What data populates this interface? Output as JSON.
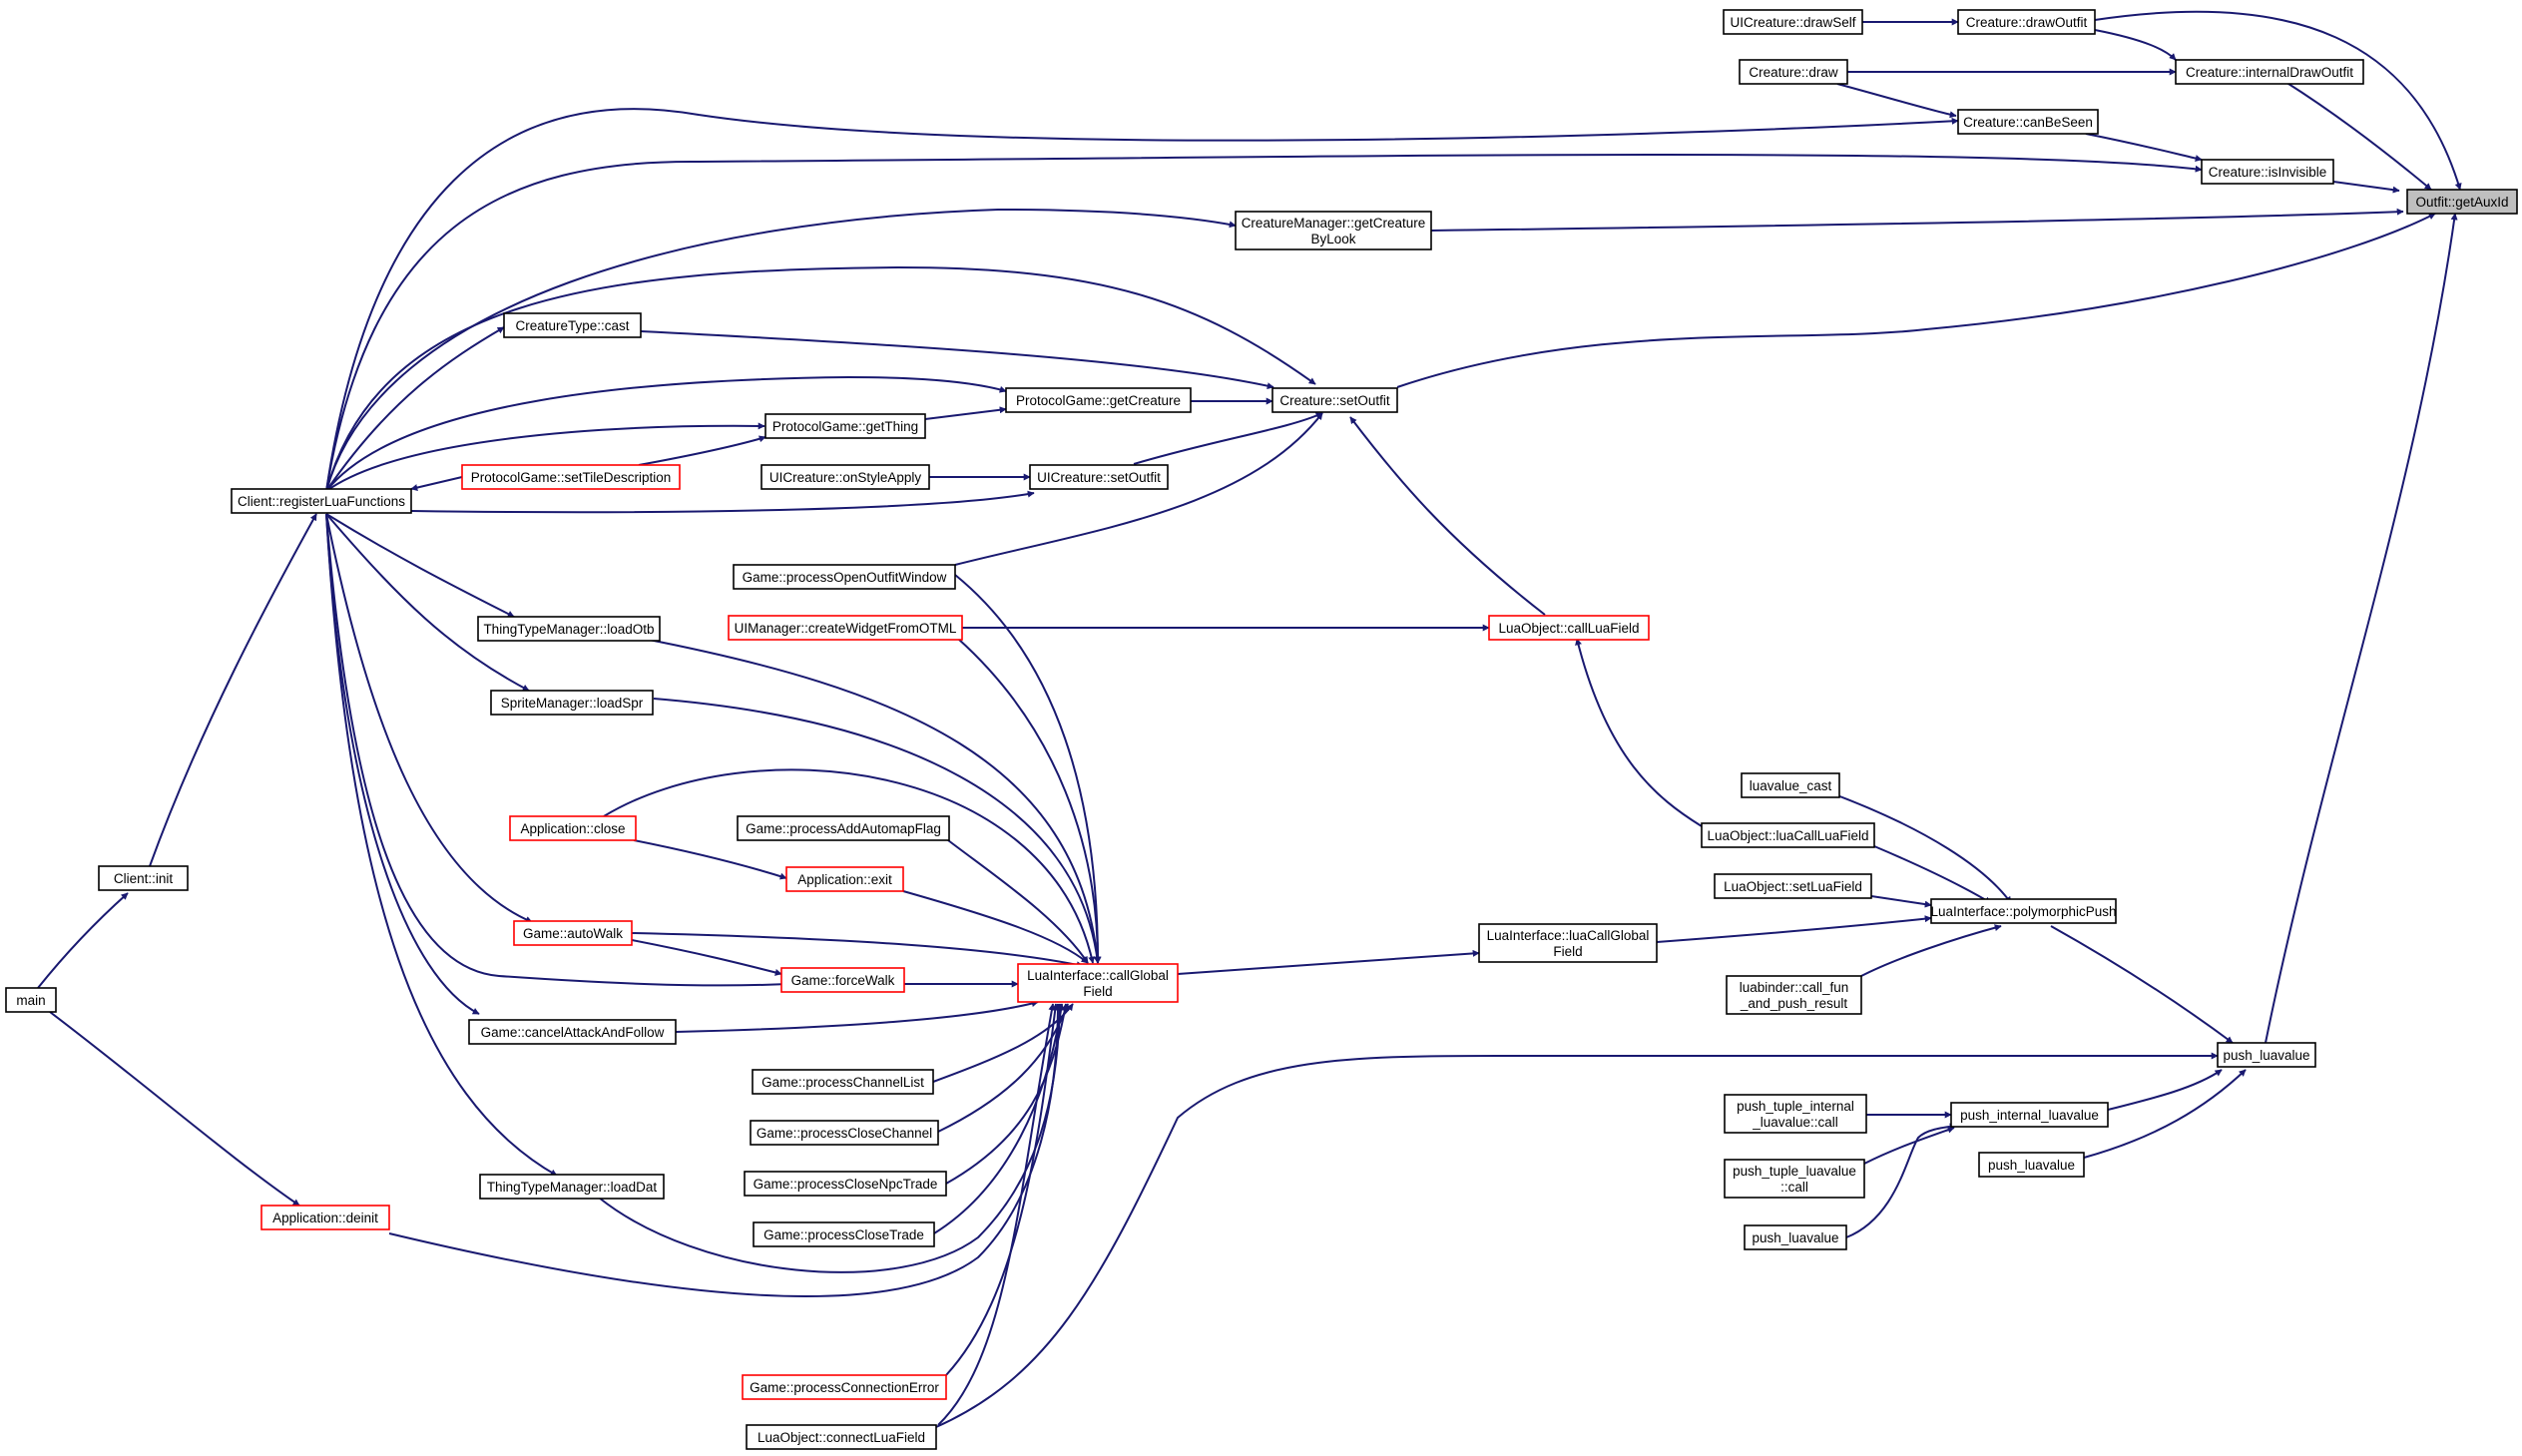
{
  "nodes": {
    "getauxid": {
      "lines": [
        "Outfit::getAuxId"
      ]
    },
    "drawoutfit": {
      "lines": [
        "Creature::drawOutfit"
      ]
    },
    "uidrawself": {
      "lines": [
        "UICreature::drawSelf"
      ]
    },
    "internaldraw": {
      "lines": [
        "Creature::internalDrawOutfit"
      ]
    },
    "draw": {
      "lines": [
        "Creature::draw"
      ]
    },
    "canbeseen": {
      "lines": [
        "Creature::canBeSeen"
      ]
    },
    "isinvisible": {
      "lines": [
        "Creature::isInvisible"
      ]
    },
    "cmgetcreature": {
      "lines": [
        "CreatureManager::getCreature",
        "ByLook"
      ]
    },
    "cast": {
      "lines": [
        "CreatureType::cast"
      ]
    },
    "pggetcreature": {
      "lines": [
        "ProtocolGame::getCreature"
      ]
    },
    "setoutfit": {
      "lines": [
        "Creature::setOutfit"
      ]
    },
    "getthing": {
      "lines": [
        "ProtocolGame::getThing"
      ]
    },
    "regluafn": {
      "lines": [
        "Client::registerLuaFunctions"
      ]
    },
    "settiledesc": {
      "lines": [
        "ProtocolGame::setTileDescription"
      ]
    },
    "onstyleapply": {
      "lines": [
        "UICreature::onStyleApply"
      ]
    },
    "uisetoutfit": {
      "lines": [
        "UICreature::setOutfit"
      ]
    },
    "procoutfitwin": {
      "lines": [
        "Game::processOpenOutfitWindow"
      ]
    },
    "loadotb": {
      "lines": [
        "ThingTypeManager::loadOtb"
      ]
    },
    "createwidget": {
      "lines": [
        "UIManager::createWidgetFromOTML"
      ]
    },
    "callluafield": {
      "lines": [
        "LuaObject::callLuaField"
      ]
    },
    "loadspr": {
      "lines": [
        "SpriteManager::loadSpr"
      ]
    },
    "luavaluecast": {
      "lines": [
        "luavalue_cast"
      ]
    },
    "appclose": {
      "lines": [
        "Application::close"
      ]
    },
    "procautomap": {
      "lines": [
        "Game::processAddAutomapFlag"
      ]
    },
    "luacallluafield": {
      "lines": [
        "LuaObject::luaCallLuaField"
      ]
    },
    "appexit": {
      "lines": [
        "Application::exit"
      ]
    },
    "setluafield": {
      "lines": [
        "LuaObject::setLuaField"
      ]
    },
    "clientinit": {
      "lines": [
        "Client::init"
      ]
    },
    "polypush": {
      "lines": [
        "LuaInterface::polymorphicPush"
      ]
    },
    "autowalk": {
      "lines": [
        "Game::autoWalk"
      ]
    },
    "luacallglobal": {
      "lines": [
        "LuaInterface::luaCallGlobal",
        "Field"
      ]
    },
    "forcewalk": {
      "lines": [
        "Game::forceWalk"
      ]
    },
    "callglobal": {
      "lines": [
        "LuaInterface::callGlobal",
        "Field"
      ]
    },
    "main": {
      "lines": [
        "main"
      ]
    },
    "callfun": {
      "lines": [
        "luabinder::call_fun",
        "_and_push_result"
      ]
    },
    "cancelattack": {
      "lines": [
        "Game::cancelAttackAndFollow"
      ]
    },
    "pushluavalue": {
      "lines": [
        "push_luavalue"
      ]
    },
    "procchannellist": {
      "lines": [
        "Game::processChannelList"
      ]
    },
    "pushtupleinternal": {
      "lines": [
        "push_tuple_internal",
        "_luavalue::call"
      ]
    },
    "pushinternal": {
      "lines": [
        "push_internal_luavalue"
      ]
    },
    "procclosechannel": {
      "lines": [
        "Game::processCloseChannel"
      ]
    },
    "pushluavalue2": {
      "lines": [
        "push_luavalue"
      ]
    },
    "pushtupleluavalue": {
      "lines": [
        "push_tuple_luavalue",
        "::call"
      ]
    },
    "proccloseNpc": {
      "lines": [
        "Game::processCloseNpcTrade"
      ]
    },
    "loaddat": {
      "lines": [
        "ThingTypeManager::loadDat"
      ]
    },
    "appdeinit": {
      "lines": [
        "Application::deinit"
      ]
    },
    "pushluavalue3": {
      "lines": [
        "push_luavalue"
      ]
    },
    "procclosetrade": {
      "lines": [
        "Game::processCloseTrade"
      ]
    },
    "procconnerror": {
      "lines": [
        "Game::processConnectionError"
      ]
    },
    "connectluafield": {
      "lines": [
        "LuaObject::connectLuaField"
      ]
    }
  },
  "colors": {
    "edge": "#191970",
    "border": "#000000",
    "border_red": "#ff0000",
    "focus_fill": "#bfbfbf"
  }
}
